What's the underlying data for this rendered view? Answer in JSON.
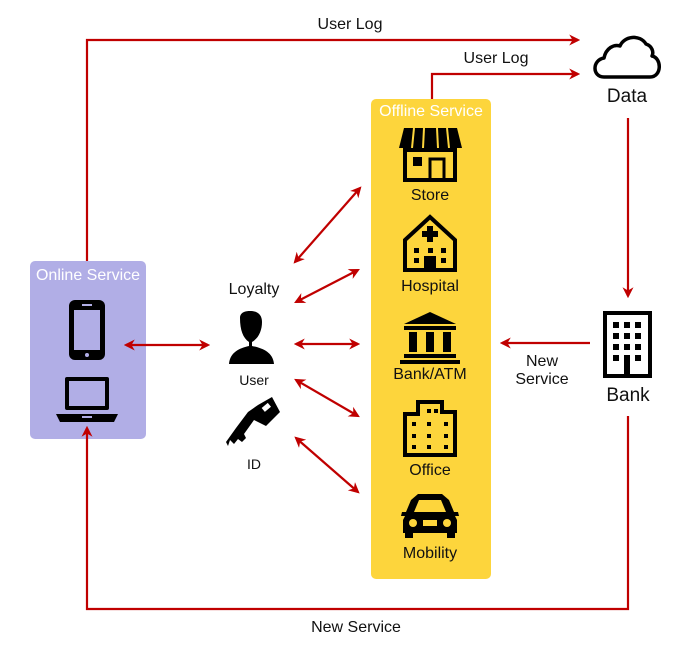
{
  "colors": {
    "arrow": "#c00000",
    "offline_panel": "#fdd53c",
    "online_panel": "#b1aee6",
    "icon": "#000000"
  },
  "online_service": {
    "title": "Online Service",
    "icons": [
      "smartphone-icon",
      "laptop-icon"
    ]
  },
  "identity": {
    "heading": "Loyalty",
    "user_label": "User",
    "id_label": "ID",
    "icons": [
      "user-icon",
      "key-icon"
    ]
  },
  "offline_service": {
    "title": "Offline Service",
    "items": [
      {
        "label": "Store",
        "icon": "store-icon"
      },
      {
        "label": "Hospital",
        "icon": "hospital-icon"
      },
      {
        "label": "Bank/ATM",
        "icon": "bank-building-icon"
      },
      {
        "label": "Office",
        "icon": "office-icon"
      },
      {
        "label": "Mobility",
        "icon": "car-icon"
      }
    ]
  },
  "data_node": {
    "label": "Data",
    "icon": "cloud-icon"
  },
  "bank_node": {
    "label": "Bank",
    "icon": "bank-tower-icon"
  },
  "flows": {
    "online_to_data": "User Log",
    "offline_to_data": "User Log",
    "bank_to_offline": "New Service",
    "bank_to_online": "New Service"
  }
}
